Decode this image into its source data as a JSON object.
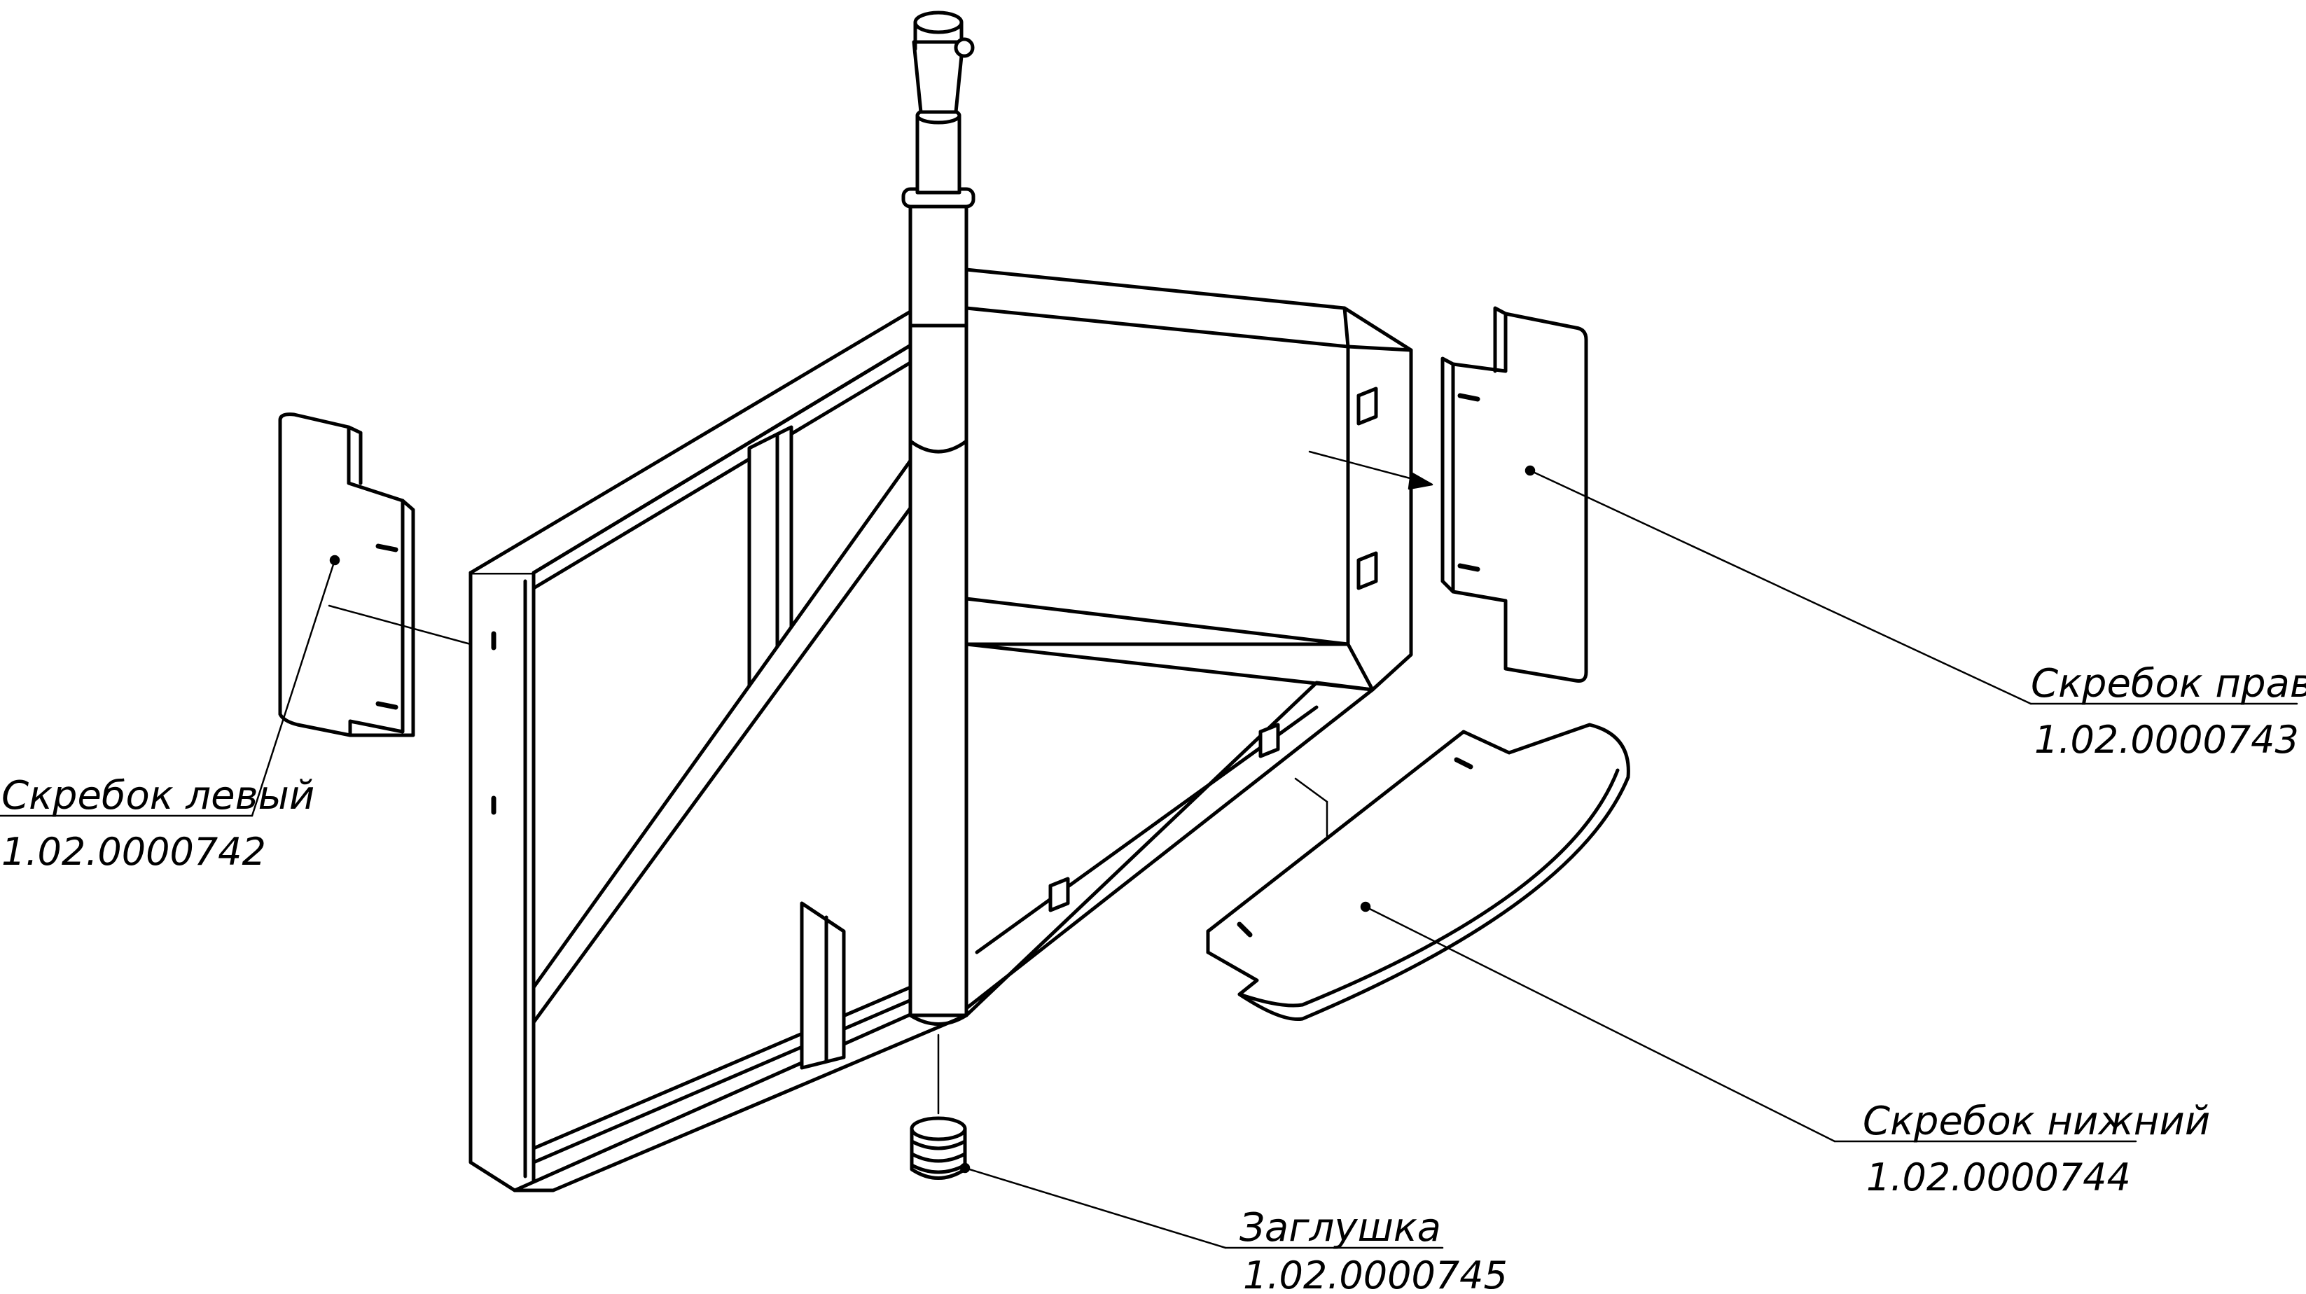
{
  "callouts": [
    {
      "id": "scraper-left",
      "label": "Скребок левый",
      "code": "1.02.0000742"
    },
    {
      "id": "scraper-right",
      "label": "Скребок правый",
      "code": "1.02.0000743"
    },
    {
      "id": "scraper-bottom",
      "label": "Скребок нижний",
      "code": "1.02.0000744"
    },
    {
      "id": "plug",
      "label": "Заглушка",
      "code": "1.02.0000745"
    }
  ],
  "colors": {
    "line": "#000000",
    "background": "#ffffff",
    "part_fill": "#ffffff"
  }
}
